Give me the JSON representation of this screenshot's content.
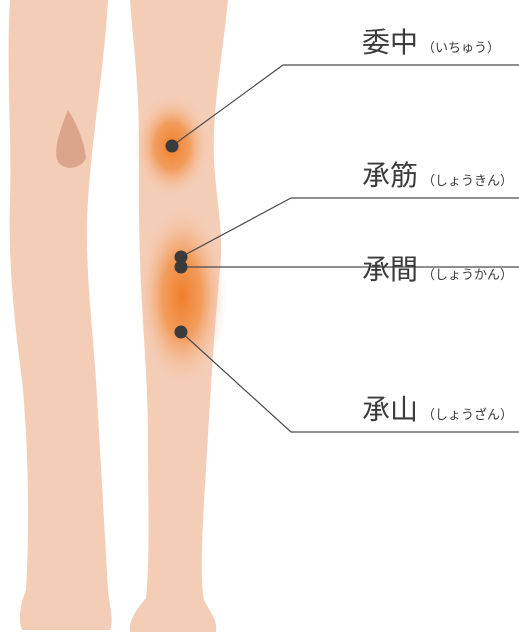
{
  "colors": {
    "skin": "#f4cdb6",
    "skin_shadow": "#e8b89e",
    "knee_shadow": "#d9a48a",
    "heat": "#f08a3a",
    "point": "#3b3b3b",
    "line": "#4a4a4a"
  },
  "points": [
    {
      "name": "委中",
      "reading": "（いちゅう）"
    },
    {
      "name": "承筋",
      "reading": "（しょうきん）"
    },
    {
      "name": "承間",
      "reading": "（しょうかん）"
    },
    {
      "name": "承山",
      "reading": "（しょうざん）"
    }
  ]
}
